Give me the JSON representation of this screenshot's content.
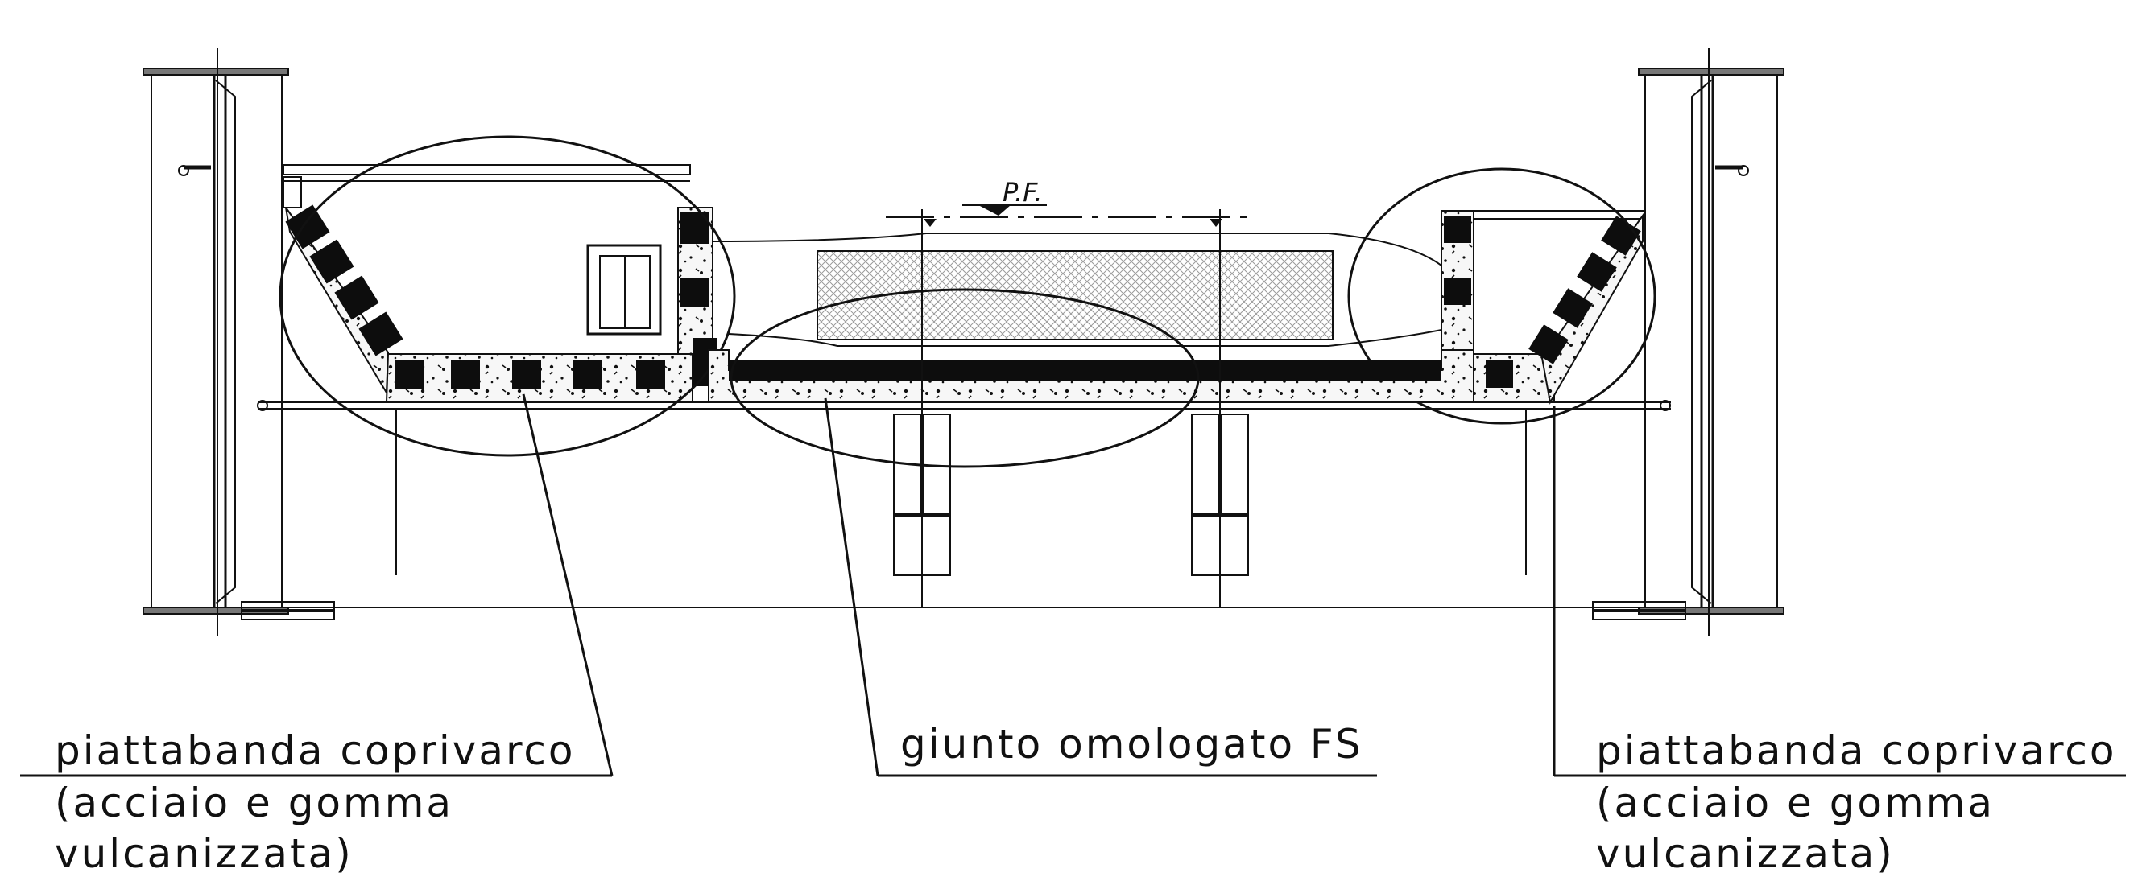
{
  "labels": {
    "left": {
      "line1": "piattabanda coprivarco",
      "line2": "(acciaio e gomma",
      "line3": "vulcanizzata)"
    },
    "center": "giunto omologato FS",
    "right": {
      "line1": "piattabanda coprivarco",
      "line2": "(acciaio e gomma",
      "line3": "vulcanizzata)"
    },
    "track_level": "P.F."
  },
  "colors": {
    "line": "#111111",
    "concrete_fill": "#f4f4f4",
    "rubber_block": "#0d0d0d",
    "ballast_hatch": "#9a9a9a",
    "girder_cap": "#777777"
  }
}
